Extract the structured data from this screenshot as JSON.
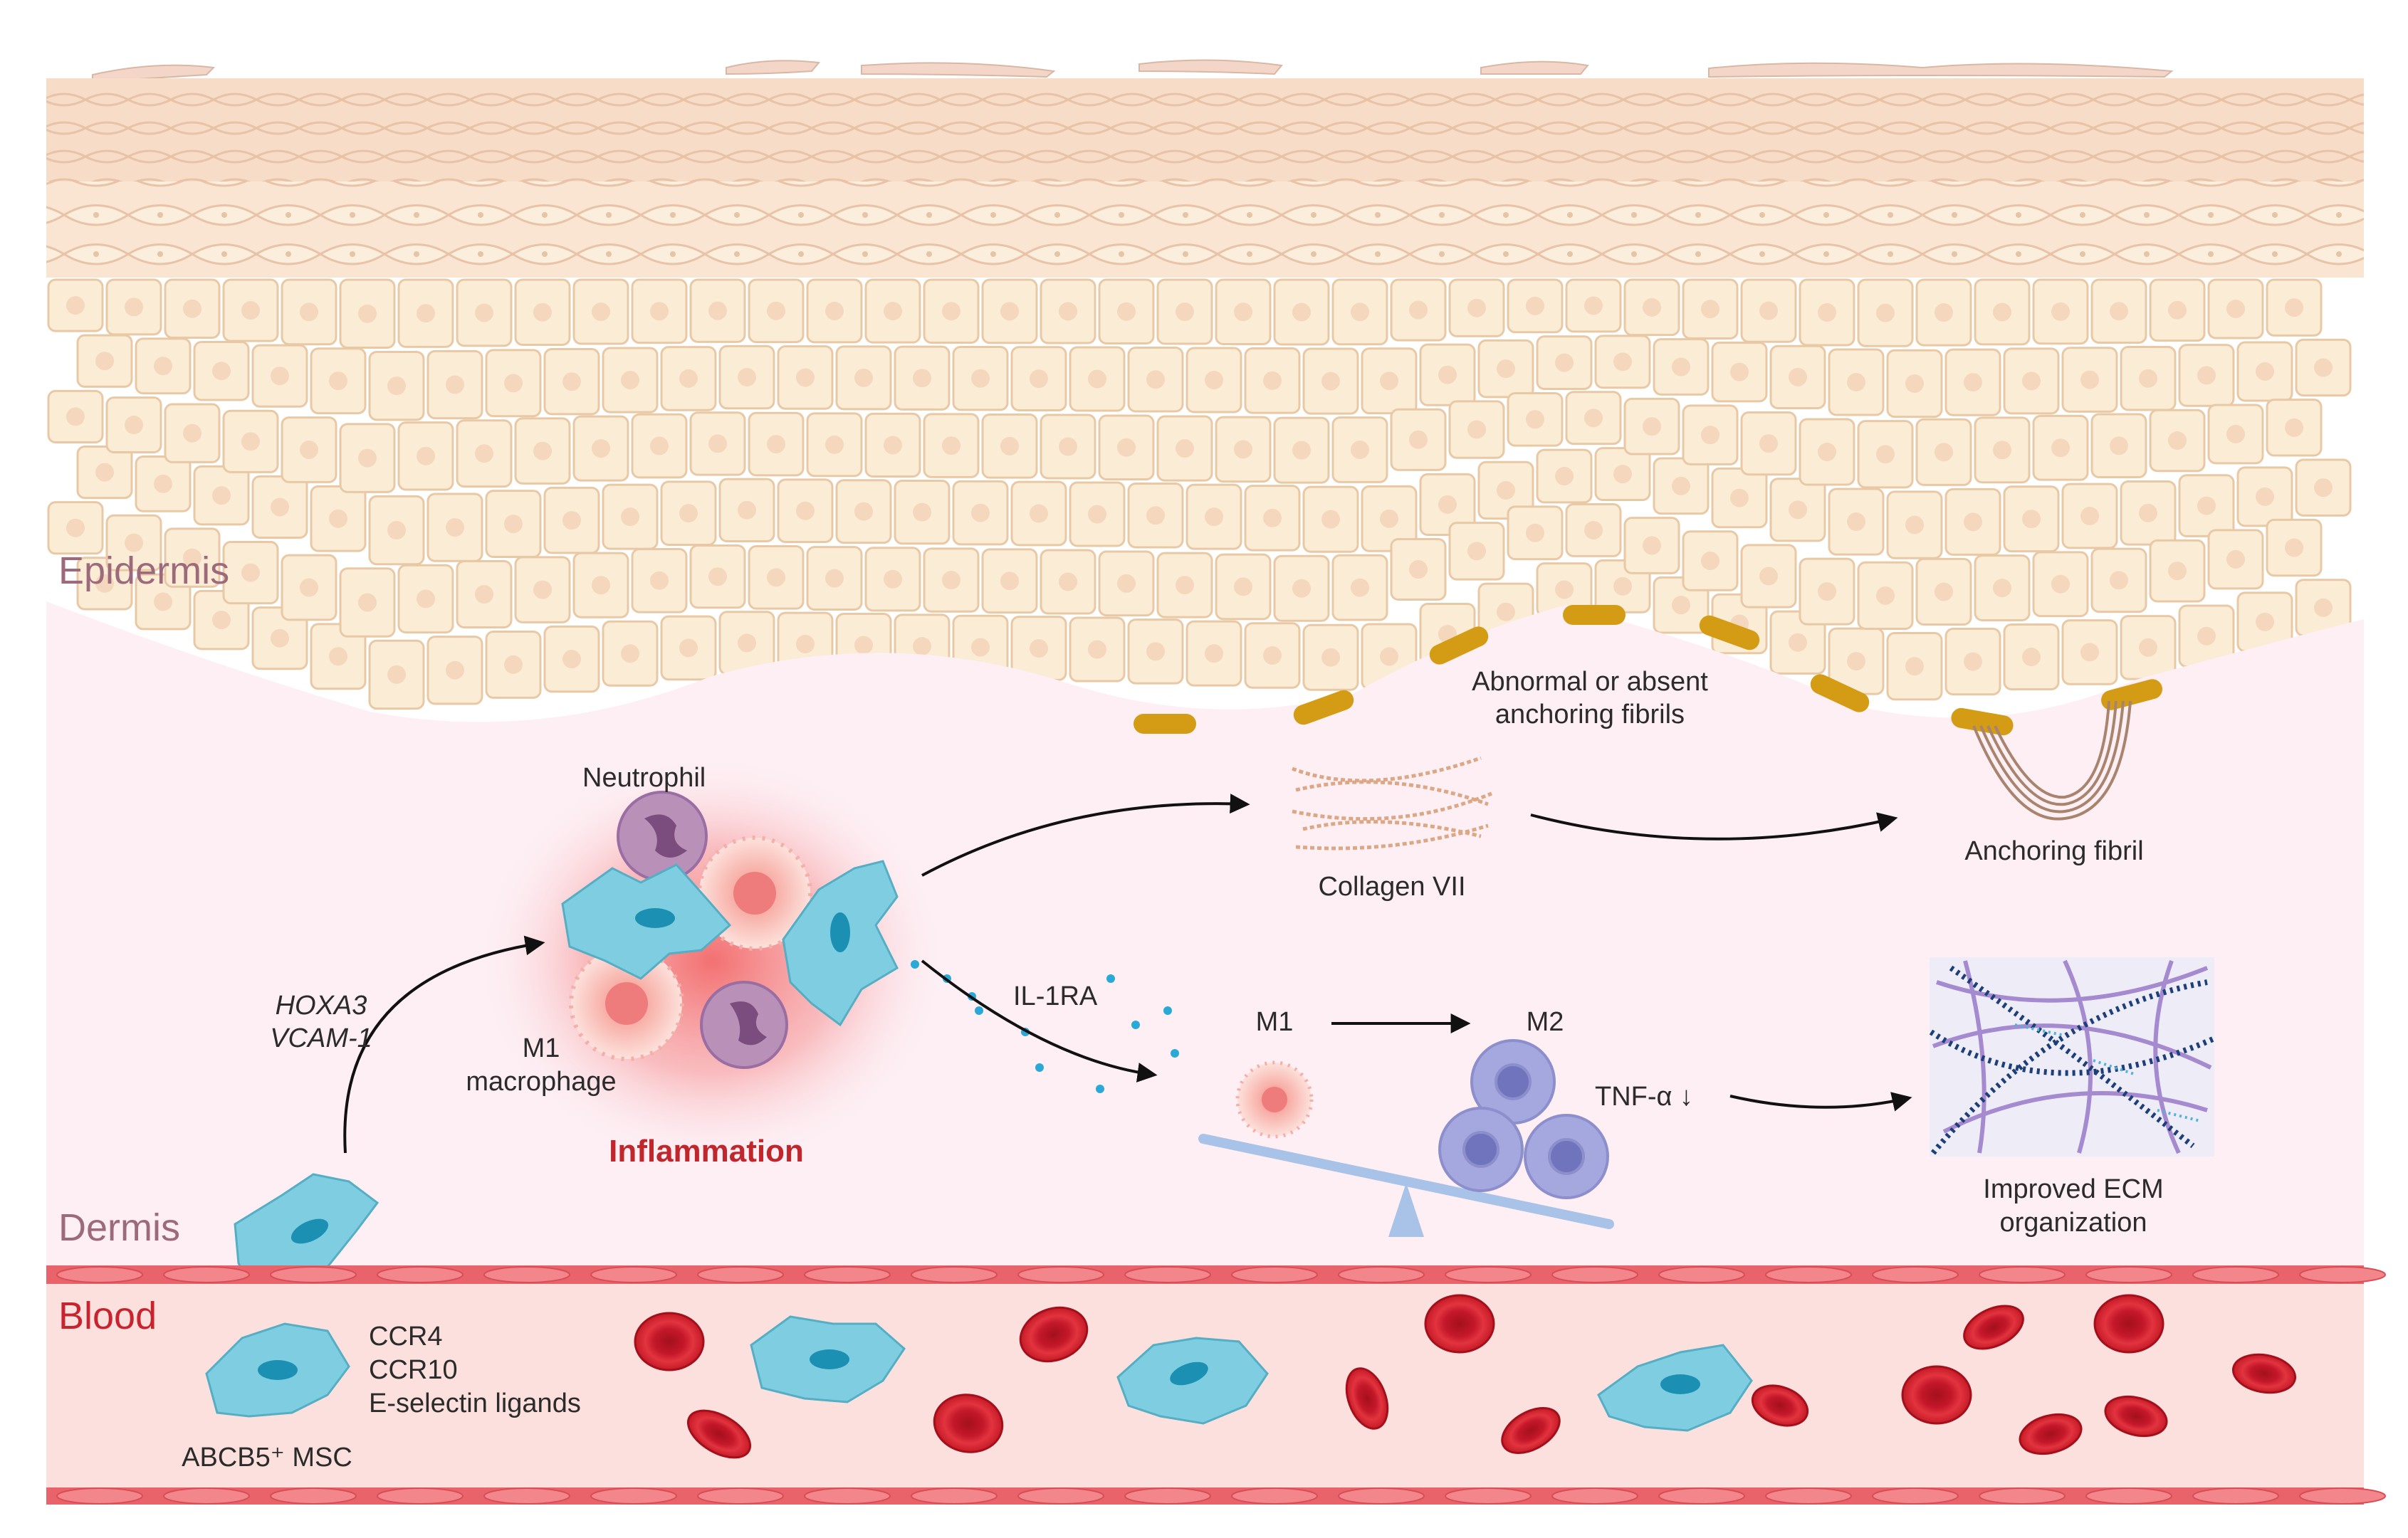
{
  "layers": {
    "epidermis": "Epidermis",
    "dermis": "Dermis",
    "blood": "Blood"
  },
  "labels": {
    "neutrophil": "Neutrophil",
    "m1_macrophage_line1": "M1",
    "m1_macrophage_line2": "macrophage",
    "inflammation": "Inflammation",
    "hoxa3": "HOXA3",
    "vcam1": "VCAM-1",
    "anchoring_abnormal_line1": "Abnormal or absent",
    "anchoring_abnormal_line2": "anchoring fibrils",
    "collagen": "Collagen VII",
    "anchoring_fibril": "Anchoring fibril",
    "il1ra": "IL-1RA",
    "m1": "M1",
    "m2": "M2",
    "tnf": "TNF-α ↓",
    "ecm_line1": "Improved ECM",
    "ecm_line2": "organization",
    "ccr4": "CCR4",
    "ccr10": "CCR10",
    "eselectin": "E-selectin ligands",
    "msc": "ABCB5⁺ MSC"
  },
  "colors": {
    "epidermis_cell": "#fbecd6",
    "epidermis_cell_border": "#e9c9a5",
    "dermis": "#fdeff4",
    "vessel_wall": "#e8636a",
    "blood_plasma": "#fbe0dd",
    "red_cell": "#d8232f",
    "msc_cell": "#7fcde0",
    "msc_nucleus": "#1b90b3",
    "anchoring_plaque": "#d49b14",
    "inflammation_glow": "#f15a5a",
    "m2_cell": "#a5a8de",
    "seesaw": "#a9c3e8"
  }
}
